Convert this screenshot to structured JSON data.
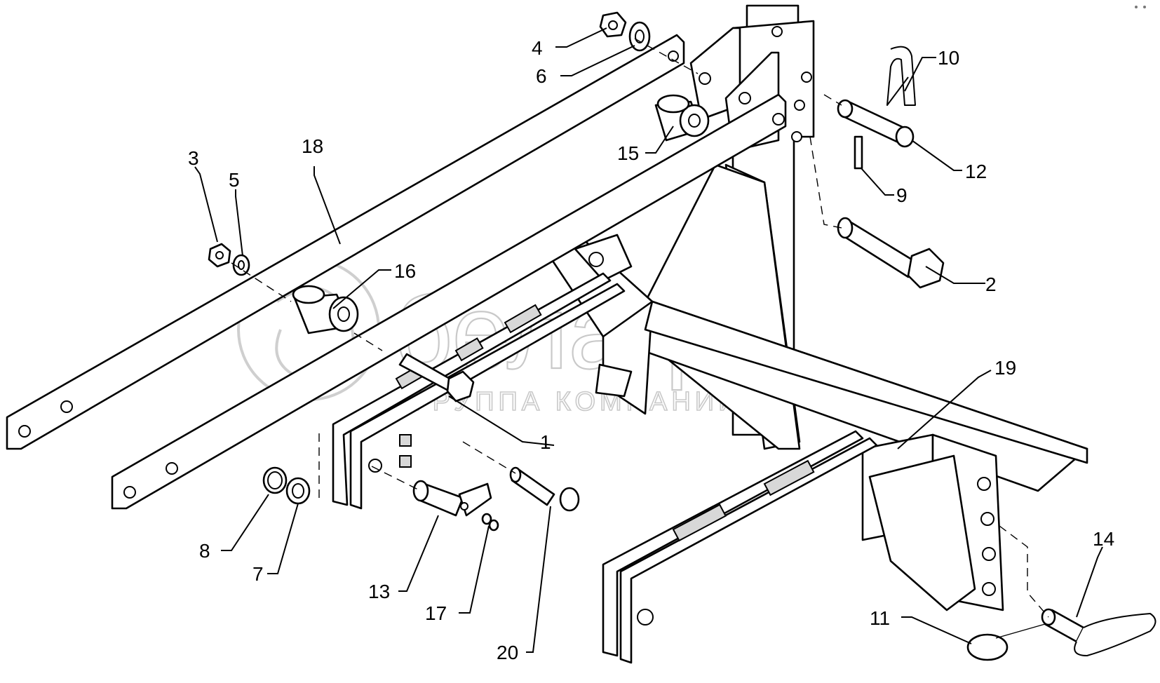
{
  "watermark": {
    "brand": "белагро",
    "tagline": "ГРУППА КОМПАНИЙ"
  },
  "callouts": [
    {
      "id": "1",
      "label": "1"
    },
    {
      "id": "2",
      "label": "2"
    },
    {
      "id": "3",
      "label": "3"
    },
    {
      "id": "4",
      "label": "4"
    },
    {
      "id": "5",
      "label": "5"
    },
    {
      "id": "6",
      "label": "6"
    },
    {
      "id": "7",
      "label": "7"
    },
    {
      "id": "8",
      "label": "8"
    },
    {
      "id": "9",
      "label": "9"
    },
    {
      "id": "10",
      "label": "10"
    },
    {
      "id": "11",
      "label": "11"
    },
    {
      "id": "12",
      "label": "12"
    },
    {
      "id": "13",
      "label": "13"
    },
    {
      "id": "14",
      "label": "14"
    },
    {
      "id": "15",
      "label": "15"
    },
    {
      "id": "16",
      "label": "16"
    },
    {
      "id": "17",
      "label": "17"
    },
    {
      "id": "18",
      "label": "18"
    },
    {
      "id": "19",
      "label": "19"
    },
    {
      "id": "20",
      "label": "20"
    }
  ]
}
